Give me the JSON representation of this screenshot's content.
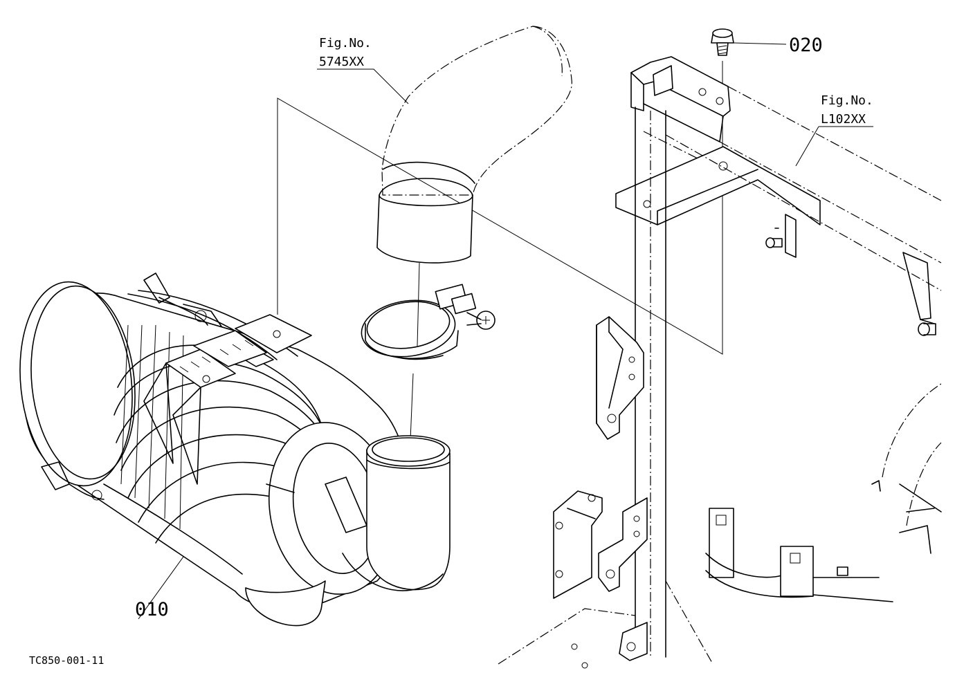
{
  "callouts": {
    "part_010": "010",
    "part_020": "020",
    "ref_hose_line1": "Fig.No.",
    "ref_hose_line2": "5745XX",
    "ref_frame_line1": "Fig.No.",
    "ref_frame_line2": "L102XX"
  },
  "drawing_code": "TC850-001-11"
}
